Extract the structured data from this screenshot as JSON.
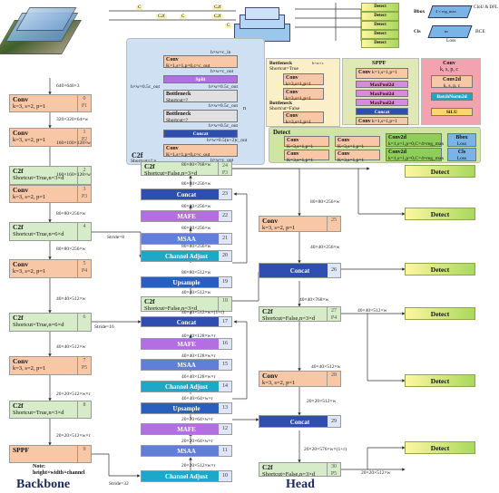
{
  "section_labels": {
    "backbone": "Backbone",
    "head": "Head"
  },
  "note": "Note:\nheight×width×channel",
  "top_legend": {
    "detect_labels": [
      "Detect",
      "Detect",
      "Detect",
      "Detect",
      "Detect",
      "Detect"
    ],
    "bbox_block": "Bbox",
    "reg_max": "4 × reg_max",
    "ciou_dfl": "CIoU & DFL",
    "cls_block": "Cls",
    "cls_text": "nc",
    "bce": "BCE",
    "loss": "Loss",
    "tiny_labels": [
      "C",
      "C2f",
      "C",
      "C2f",
      "C2f",
      "C"
    ]
  },
  "backbone": [
    {
      "type": "Conv",
      "line2": "k=3,  s=2,  p=1",
      "idx": "0",
      "sub": "P1"
    },
    {
      "type": "Conv",
      "line2": "k=3,  s=2,  p=1",
      "idx": "1",
      "sub": "P2"
    },
    {
      "type": "C2f",
      "line2": "Shortcut=True,n=3×d",
      "idx": "2"
    },
    {
      "type": "Conv",
      "line2": "k=3,  s=2,  p=1",
      "idx": "3",
      "sub": "P3"
    },
    {
      "type": "C2f",
      "line2": "Shortcut=True,n=6×d",
      "idx": "4"
    },
    {
      "type": "Conv",
      "line2": "k=3,  s=2,  p=1",
      "idx": "5",
      "sub": "P4"
    },
    {
      "type": "C2f",
      "line2": "Shortcut=True,n=6×d",
      "idx": "6"
    },
    {
      "type": "Conv",
      "line2": "k=3,  s=2,  p=1",
      "idx": "7",
      "sub": "P5"
    },
    {
      "type": "C2f",
      "line2": "Shortcut=True,n=3×d",
      "idx": "8"
    },
    {
      "type": "SPPF",
      "line2": "",
      "idx": "9"
    }
  ],
  "backbone_dims": [
    "640×640×3",
    "320×320×64×w",
    "160×160×128×w",
    "160×160×128×w",
    "80×80×256×w",
    "80×80×256×w",
    "40×40×512×w",
    "40×40×512×w",
    "20×20×512×w×r",
    "20×20×512×w×r"
  ],
  "strides": [
    "Stride=8",
    "Stride=16",
    "Stride=32"
  ],
  "neck": [
    {
      "type": "C2f",
      "line2": "Shortcut=False,n=3×d",
      "idx": "24",
      "sub": "P3"
    },
    {
      "type": "Concat",
      "idx": "23"
    },
    {
      "type": "MAFE",
      "idx": "22"
    },
    {
      "type": "MSAA",
      "idx": "21"
    },
    {
      "type": "Channel Adjust",
      "idx": "20"
    },
    {
      "type": "Upsample",
      "idx": "19"
    },
    {
      "type": "C2f",
      "line2": "Shortcut=False,n=3×d",
      "idx": "18"
    },
    {
      "type": "Concat",
      "idx": "17"
    },
    {
      "type": "MAFE",
      "idx": "16"
    },
    {
      "type": "MSAA",
      "idx": "15"
    },
    {
      "type": "Channel Adjust",
      "idx": "14"
    },
    {
      "type": "Upsample",
      "idx": "13"
    },
    {
      "type": "MAFE",
      "idx": "12"
    },
    {
      "type": "MSAA",
      "idx": "11"
    },
    {
      "type": "Channel Adjust",
      "idx": "10"
    }
  ],
  "neck_dims": [
    "80×80×768×w",
    "80×80×256×w",
    "80×80×256×w",
    "80×80×256×w",
    "80×80×256×w",
    "80×80×512×w",
    "40×40×512×w",
    "40×40×512×w×(1+r)",
    "40×40×128×w×r",
    "40×40×128×w×r",
    "40×40×128×w×r",
    "40×40×64×w×r",
    "20×20×64×w×r",
    "20×20×64×w×r",
    "20×20×512×w×r"
  ],
  "head": [
    {
      "type": "Conv",
      "line2": "k=3,  s=2,  p=1",
      "idx": "25"
    },
    {
      "type": "Concat",
      "idx": "26"
    },
    {
      "type": "C2f",
      "line2": "Shortcut=False,n=3×d",
      "idx": "27",
      "sub": "P4"
    },
    {
      "type": "Conv",
      "line2": "k=3,  s=2,  p=1",
      "idx": "28"
    },
    {
      "type": "Concat",
      "idx": "29"
    },
    {
      "type": "C2f",
      "line2": "Shortcut=False,n=3×d",
      "idx": "30",
      "sub": "P5"
    }
  ],
  "head_dims": [
    "80×80×256×w",
    "40×40×256×w",
    "40×40×768×w",
    "40×40×512×w",
    "40×40×512×w",
    "20×20×512×w",
    "20×20×576×w×(1+r)",
    "20×20×512×w"
  ],
  "detect_buttons": [
    "Detect",
    "Detect",
    "Detect",
    "Detect",
    "Detect",
    "Detect"
  ],
  "c2f_panel": {
    "title": "C2f",
    "conv_top": "Conv",
    "conv_top_params": "K=1,s=1,p=0,c=c_out",
    "split": "Split",
    "bottleneck": "Bottleneck",
    "shortcut": "Shortcut=?",
    "concat": "Concat",
    "conv_bottom": "Conv",
    "conv_bottom_params": "K=1,s=1,p=0,c=c_out",
    "shortcut_bottom": "Shortcut=?,n",
    "dims": [
      "h×w×c_in",
      "h×w×c_out",
      "h×w×0.5c_out",
      "h×w×0.5c_out",
      "h×w×0.5c_out",
      "h×w×0.5c_out",
      "h×w×0.5(n+2)c_out",
      "h×w×c_out"
    ],
    "n": "n"
  },
  "bottleneck_panel": {
    "title1": "Bottleneck",
    "title1_sc": "Shortcut=True",
    "title2": "Bottleneck",
    "title2_sc": "Shortcut=False",
    "conv": "Conv",
    "params": "k=3,s=1,p=1",
    "dims": [
      "h×w×c",
      "h×w×0.5c",
      "h×w×c"
    ]
  },
  "sppf_panel": {
    "title": "SPPF",
    "conv": "Conv",
    "params": "k=1,s=1,p=1",
    "pool": [
      "MaxPool2d",
      "MaxPool2d",
      "MaxPool2d"
    ],
    "concat": "Concat"
  },
  "conv_panel": {
    "title": "Conv",
    "params": "k, s, p, c",
    "conv2d": "Conv2d",
    "conv2d_params": "k, s, p, c",
    "bn": "BatchNorm2d",
    "silu": "SiLU"
  },
  "detect_panel": {
    "title": "Detect",
    "conv": "Conv",
    "params": "K=3,s=1,p=1",
    "conv2d": "Conv2d",
    "params2a": "k=1,s=1,p=0,",
    "params2b": "C=4×reg_max",
    "params2c": "k=1,s=1,p=0,",
    "params2d": "C=4×reg_max",
    "bbox": "Bbox",
    "bbox_loss": "Loss",
    "cls": "Cls",
    "cls_loss": "Loss"
  },
  "colors": {
    "conv": "#f7c7a6",
    "c2f": "#d6ebc8",
    "concat": "#2f4fb0",
    "mafe": "#b36fe0",
    "msaa": "#5f7fd8",
    "channel_adjust": "#1da7c8",
    "upsample": "#2a5fbf",
    "detect_start": "#fff6a0",
    "detect_end": "#a9d85e",
    "c2f_panel_bg": "#cfe0f3",
    "bottleneck_panel_bg": "#fbefc9",
    "sppf_panel_bg": "#dfe8b6",
    "conv_panel_bg": "#f1a3b0",
    "detect_panel_bg": "#cfe6a3"
  }
}
